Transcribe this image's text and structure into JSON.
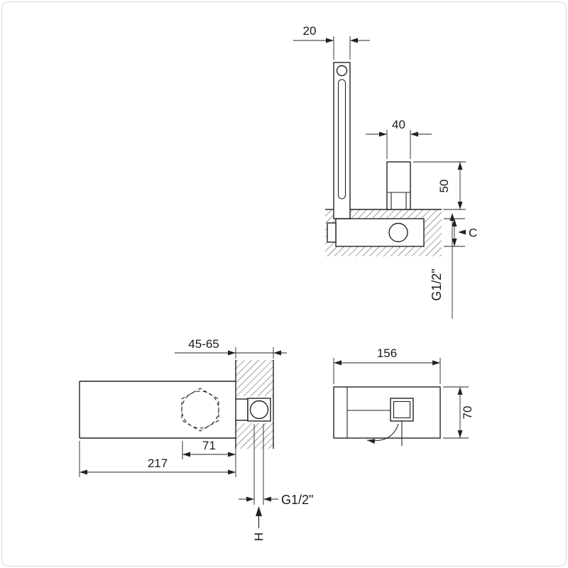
{
  "drawing": {
    "section_view": {
      "handle_width": "20",
      "spout_width": "40",
      "spout_height": "50",
      "depth_label": "C",
      "thread_size": "G1/2\""
    },
    "side_view": {
      "wall_thickness_range": "45-65",
      "outlet_offset": "71",
      "spout_length": "217",
      "thread_size": "G1/2\"",
      "hot_marker": "H"
    },
    "front_view": {
      "plate_width": "156",
      "plate_height": "70"
    }
  },
  "colors": {
    "line": "#222222",
    "background": "#ffffff",
    "hatch": "#444444"
  }
}
